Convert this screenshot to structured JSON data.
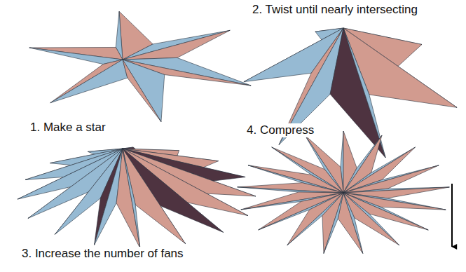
{
  "diagram": {
    "labels": [
      "1. Make a star",
      "2. Twist until nearly intersecting",
      "3. Increase the number of fans",
      "4. Compress"
    ]
  }
}
